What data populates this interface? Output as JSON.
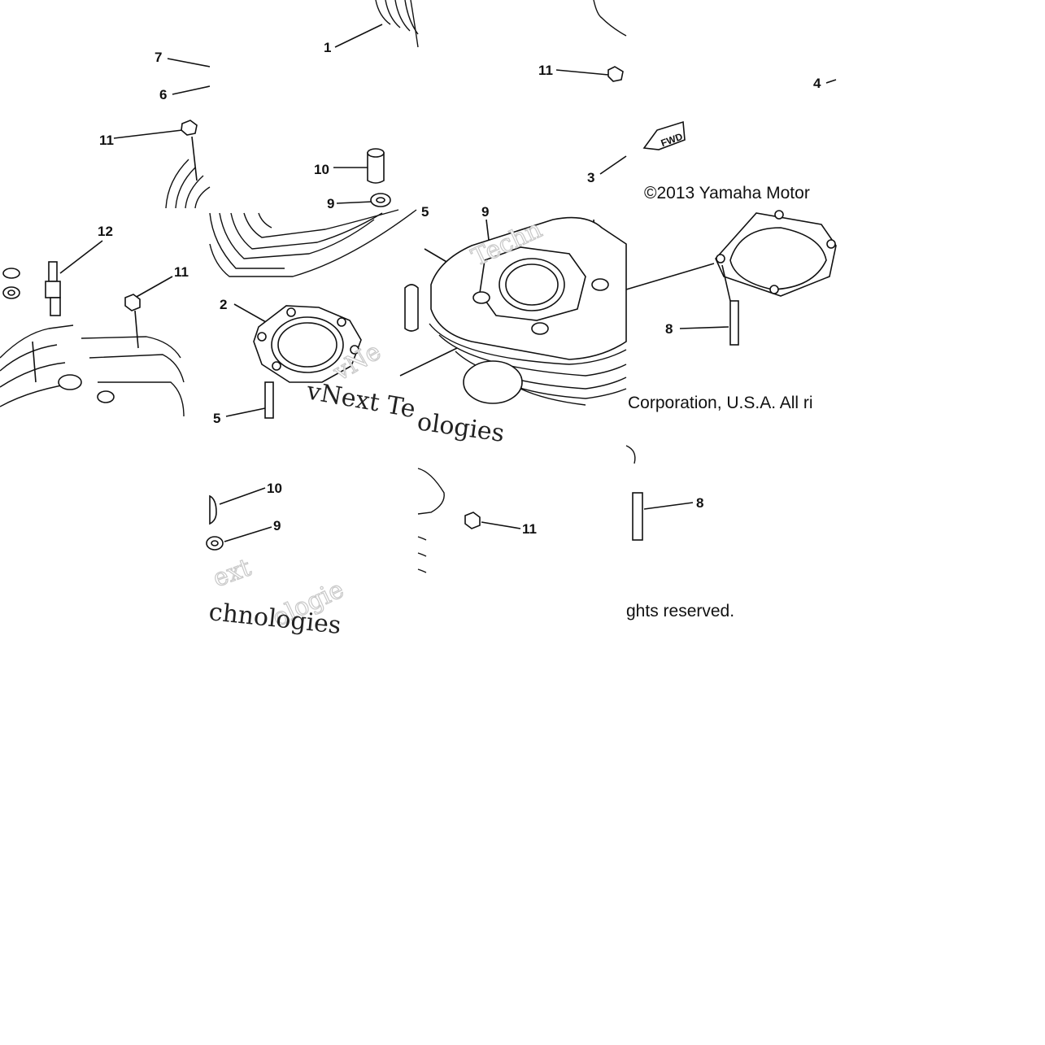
{
  "diagram": {
    "callouts": {
      "c1": "1",
      "c7": "7",
      "c6": "6",
      "c11a": "11",
      "c11b": "11",
      "c4": "4",
      "c10a": "10",
      "c9a": "9",
      "c3": "3",
      "c12": "12",
      "c11c": "11",
      "c2": "2",
      "c5a": "5",
      "c9b": "9",
      "c5b": "5",
      "c8a": "8",
      "c10b": "10",
      "c9c": "9",
      "c11d": "11",
      "c8b": "8"
    },
    "copyright": {
      "line1": "©2013 Yamaha Motor",
      "line2": "Corporation, U.S.A. All ri",
      "line3": "ghts reserved."
    },
    "fwd_label": "FWD",
    "watermark": {
      "w1": "Techn",
      "w2": "vNe",
      "w3": "vNext Te",
      "w4": "ologies",
      "w5": "ext",
      "w6": "chnologies",
      "w7": "ologie"
    },
    "colors": {
      "ink": "#111111",
      "background": "#ffffff",
      "watermark": "#c8c8c8"
    }
  }
}
